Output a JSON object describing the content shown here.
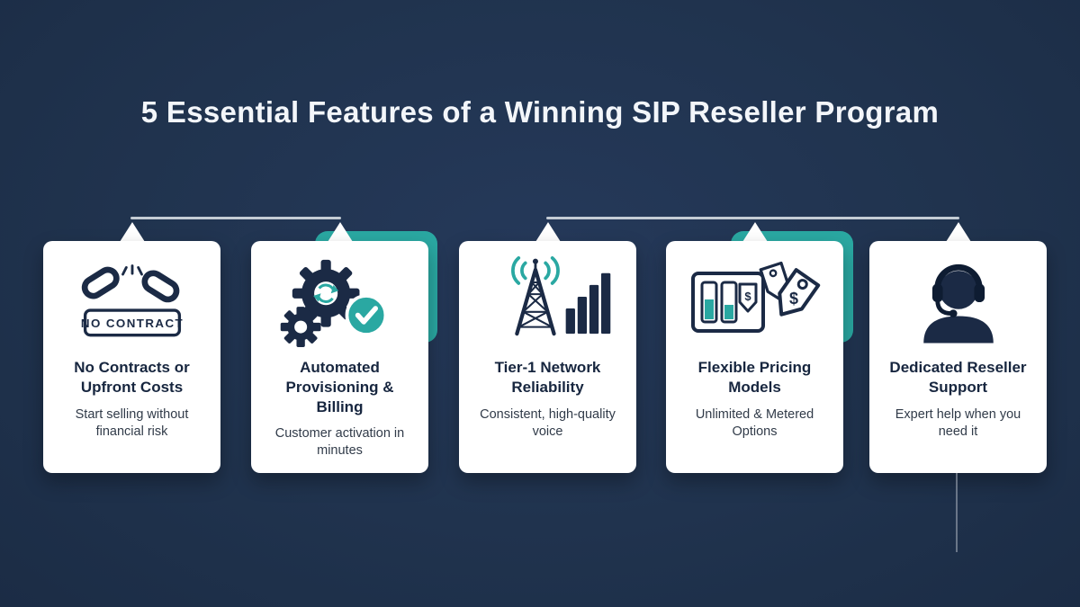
{
  "title": "5 Essential Features of a Winning SIP Reseller Program",
  "colors": {
    "background": "#20334e",
    "card": "#ffffff",
    "accent_teal": "#2aa8a2",
    "ink": "#1b2a45"
  },
  "cards": [
    {
      "heading": "No Contracts or Upfront Costs",
      "subtext": "Start selling without financial risk",
      "badge": "NO CONTRACT",
      "icon": "broken-chain"
    },
    {
      "heading": "Automated Provisioning & Billing",
      "subtext": "Customer activation in minutes",
      "icon": "gears-checkmark"
    },
    {
      "heading": "Tier-1 Network Reliability",
      "subtext": "Consistent, high-quality voice",
      "icon": "signal-tower-bars"
    },
    {
      "heading": "Flexible Pricing Models",
      "subtext": "Unlimited & Metered Options",
      "icon": "meters-price-tags",
      "dollar": "$"
    },
    {
      "heading": "Dedicated Reseller Support",
      "subtext": "Expert help when you need it",
      "icon": "headset-agent"
    }
  ]
}
